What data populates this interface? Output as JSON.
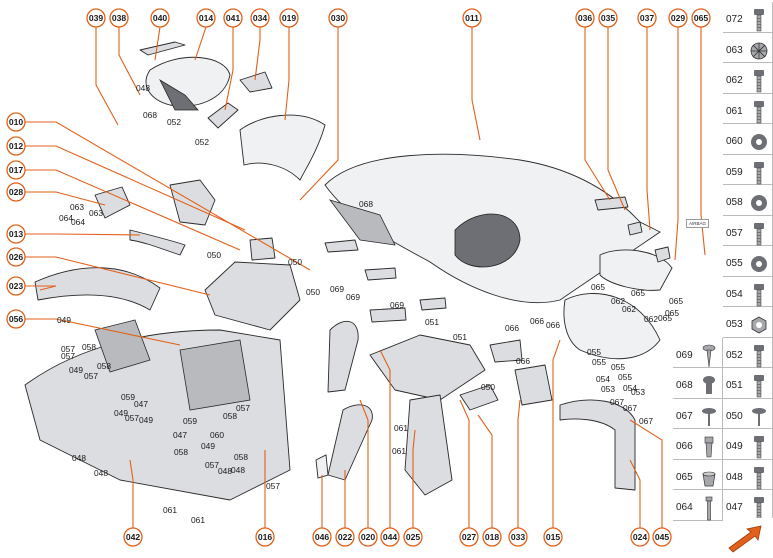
{
  "diagram": {
    "accent_color": "#e2601a",
    "top_callouts": [
      "039",
      "038",
      "040",
      "014",
      "041",
      "034",
      "019",
      "030",
      "011",
      "036",
      "035",
      "037",
      "029",
      "065"
    ],
    "left_callouts": [
      "010",
      "012",
      "017",
      "028",
      "013",
      "026",
      "023",
      "056"
    ],
    "bottom_callouts": [
      "042",
      "016",
      "046",
      "022",
      "020",
      "044",
      "025",
      "027",
      "018",
      "033",
      "015",
      "024",
      "045"
    ],
    "sub_labels": [
      "048",
      "068",
      "052",
      "052",
      "068",
      "063",
      "064",
      "063",
      "064",
      "050",
      "050",
      "050",
      "069",
      "069",
      "069",
      "051",
      "051",
      "066",
      "066",
      "066",
      "066",
      "050",
      "055",
      "055",
      "054",
      "053",
      "054",
      "053",
      "055",
      "055",
      "065",
      "065",
      "062",
      "062",
      "062",
      "065",
      "065",
      "065",
      "067",
      "067",
      "067",
      "057",
      "058",
      "049",
      "057",
      "049",
      "058",
      "057",
      "049",
      "059",
      "047",
      "057",
      "049",
      "047",
      "059",
      "060",
      "058",
      "057",
      "049",
      "058",
      "057",
      "048",
      "048",
      "058",
      "057",
      "048",
      "048",
      "061",
      "061",
      "061",
      "061"
    ],
    "airbag_label": "AIRBAG"
  },
  "legend": [
    {
      "left": "",
      "right": "072",
      "right_icon": "bolt-icon"
    },
    {
      "left": "",
      "right": "063",
      "right_icon": "clip-round-icon"
    },
    {
      "left": "",
      "right": "062",
      "right_icon": "bolt-icon"
    },
    {
      "left": "",
      "right": "061",
      "right_icon": "bolt-icon"
    },
    {
      "left": "",
      "right": "060",
      "right_icon": "washer-icon"
    },
    {
      "left": "",
      "right": "059",
      "right_icon": "bolt-icon"
    },
    {
      "left": "",
      "right": "058",
      "right_icon": "washer-icon"
    },
    {
      "left": "",
      "right": "057",
      "right_icon": "bolt-icon"
    },
    {
      "left": "",
      "right": "055",
      "right_icon": "washer-icon"
    },
    {
      "left": "",
      "right": "054",
      "right_icon": "bolt-icon"
    },
    {
      "left": "",
      "right": "053",
      "right_icon": "nut-icon"
    },
    {
      "left": "069",
      "left_icon": "screw-icon",
      "right": "052",
      "right_icon": "bolt-icon"
    },
    {
      "left": "068",
      "left_icon": "rivet-icon",
      "right": "051",
      "right_icon": "bolt-icon"
    },
    {
      "left": "067",
      "left_icon": "pin-icon",
      "right": "050",
      "right_icon": "pin-icon"
    },
    {
      "left": "066",
      "left_icon": "clip-icon",
      "right": "049",
      "right_icon": "bolt-icon"
    },
    {
      "left": "065",
      "left_icon": "nut-cap-icon",
      "right": "048",
      "right_icon": "bolt-icon"
    },
    {
      "left": "064",
      "left_icon": "screw-long-icon",
      "right": "047",
      "right_icon": "bolt-icon"
    }
  ]
}
